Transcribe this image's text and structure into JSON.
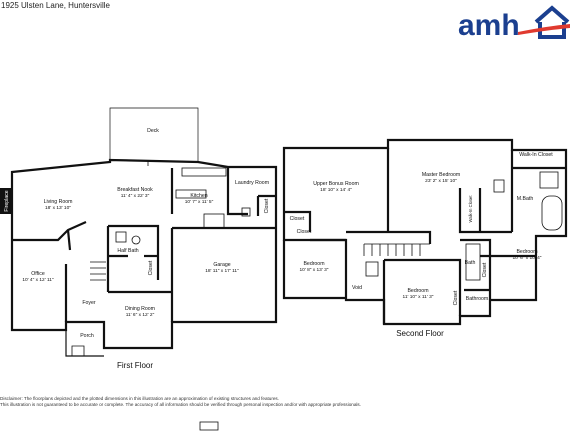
{
  "header": {
    "address": "1925 Ulsten Lane, Huntersville"
  },
  "brand": {
    "logo_text": "amh",
    "blue": "#1b3f8f",
    "red": "#e03a2f"
  },
  "first_floor": {
    "caption": "First Floor",
    "rooms": {
      "deck": {
        "name": "Deck"
      },
      "living_room": {
        "name": "Living Room",
        "dims": "18' x 13' 10\""
      },
      "breakfast_nook": {
        "name": "Breakfast Nook",
        "dims": "11' 4\" x 22' 3\""
      },
      "kitchen": {
        "name": "Kitchen",
        "dims": "10' 7\" x 11' 5\""
      },
      "laundry_room": {
        "name": "Laundry Room"
      },
      "closet_kitchen": {
        "name": "Closet"
      },
      "fireplace": {
        "name": "Fireplace"
      },
      "office": {
        "name": "Office",
        "dims": "10' 4\" x 12' 11\""
      },
      "half_bath": {
        "name": "Half Bath"
      },
      "closet_hall": {
        "name": "Closet"
      },
      "garage": {
        "name": "Garage",
        "dims": "18' 11\" x 17' 11\""
      },
      "foyer": {
        "name": "Foyer"
      },
      "dining_room": {
        "name": "Dining Room",
        "dims": "11' 6\" x 12' 2\""
      },
      "porch": {
        "name": "Porch"
      }
    }
  },
  "second_floor": {
    "caption": "Second Floor",
    "rooms": {
      "upper_bonus_room": {
        "name": "Upper Bonus Room",
        "dims": "18' 10\" x 14' 4\""
      },
      "closet_bonus": {
        "name": "Closet"
      },
      "master_bedroom": {
        "name": "Master Bedroom",
        "dims": "23' 2\" x 15' 10\""
      },
      "walk_in_closet_small": {
        "name": "Walk-In Closet"
      },
      "walk_in_closet": {
        "name": "Walk-In Closet"
      },
      "mbath": {
        "name": "M.Bath"
      },
      "closet_hall": {
        "name": "Closet"
      },
      "bedroom_left": {
        "name": "Bedroom",
        "dims": "10' 8\" x 13' 3\""
      },
      "void": {
        "name": "Void"
      },
      "bedroom_center": {
        "name": "Bedroom",
        "dims": "11' 10\" x 11' 3\""
      },
      "closet_center": {
        "name": "Closet"
      },
      "bath": {
        "name": "Bath"
      },
      "closet_right": {
        "name": "Closet"
      },
      "bedroom_right": {
        "name": "Bedroom",
        "dims": "10' 6\" x 10' 4\""
      },
      "bathroom": {
        "name": "Bathroom"
      }
    }
  },
  "disclaimer": {
    "line1": "Disclaimer: The floorplans depicted and the plotted dimensions in this illustration are an approximation of existing structures and features.",
    "line2": "This illustration is not guaranteed to be accurate or complete. The accuracy of all information should be verified through personal inspection and/or with appropriate professionals."
  }
}
